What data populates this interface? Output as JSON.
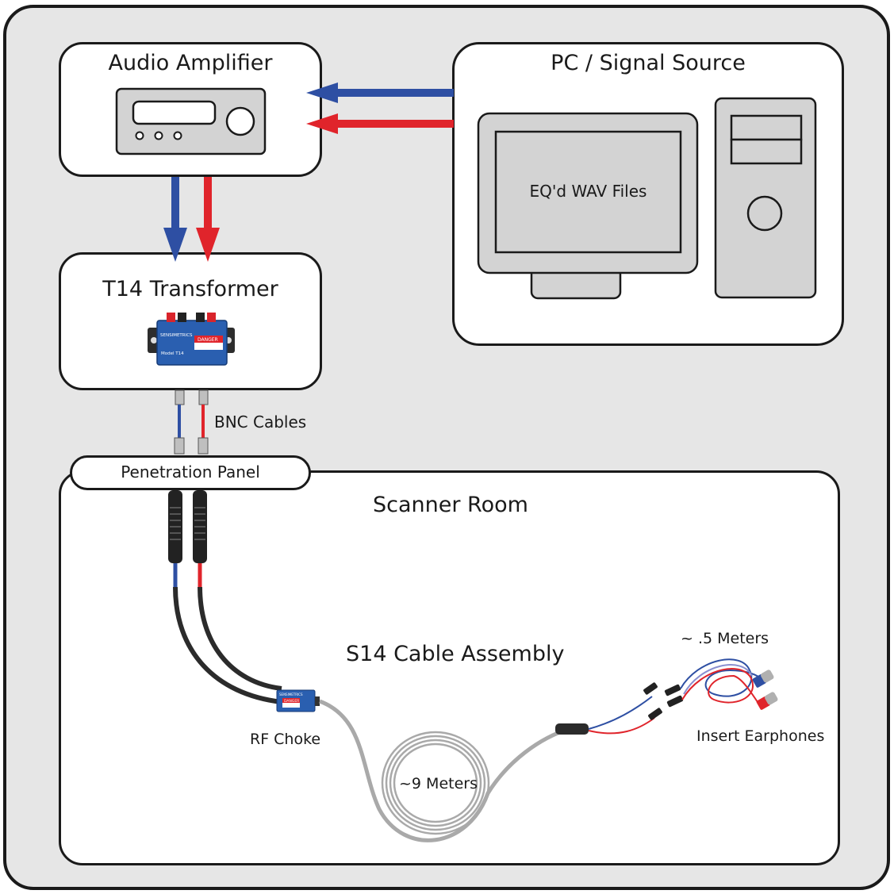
{
  "amplifier": {
    "title": "Audio Amplifier"
  },
  "pc": {
    "title": "PC / Signal Source",
    "screen_text": "EQ'd WAV Files"
  },
  "transformer": {
    "title": "T14 Transformer",
    "device_brand": "SENSIMETRICS",
    "device_warning": "DANGER",
    "device_model": "Model T14"
  },
  "cables": {
    "bnc_label": "BNC Cables"
  },
  "panel": {
    "label": "Penetration Panel"
  },
  "scanner_room": {
    "title": "Scanner Room",
    "assembly_label": "S14 Cable Assembly",
    "rf_choke_label": "RF Choke",
    "choke_brand": "SENSIMETRICS",
    "choke_warning": "DANGER",
    "coil_label": "~9 Meters",
    "short_length_label": "~ .5 Meters",
    "earphones_label": "Insert Earphones"
  },
  "colors": {
    "blue": "#2e4fa3",
    "red": "#e0242b",
    "cable_gray": "#a9a9a9",
    "dark_cable": "#2b2b2b"
  }
}
